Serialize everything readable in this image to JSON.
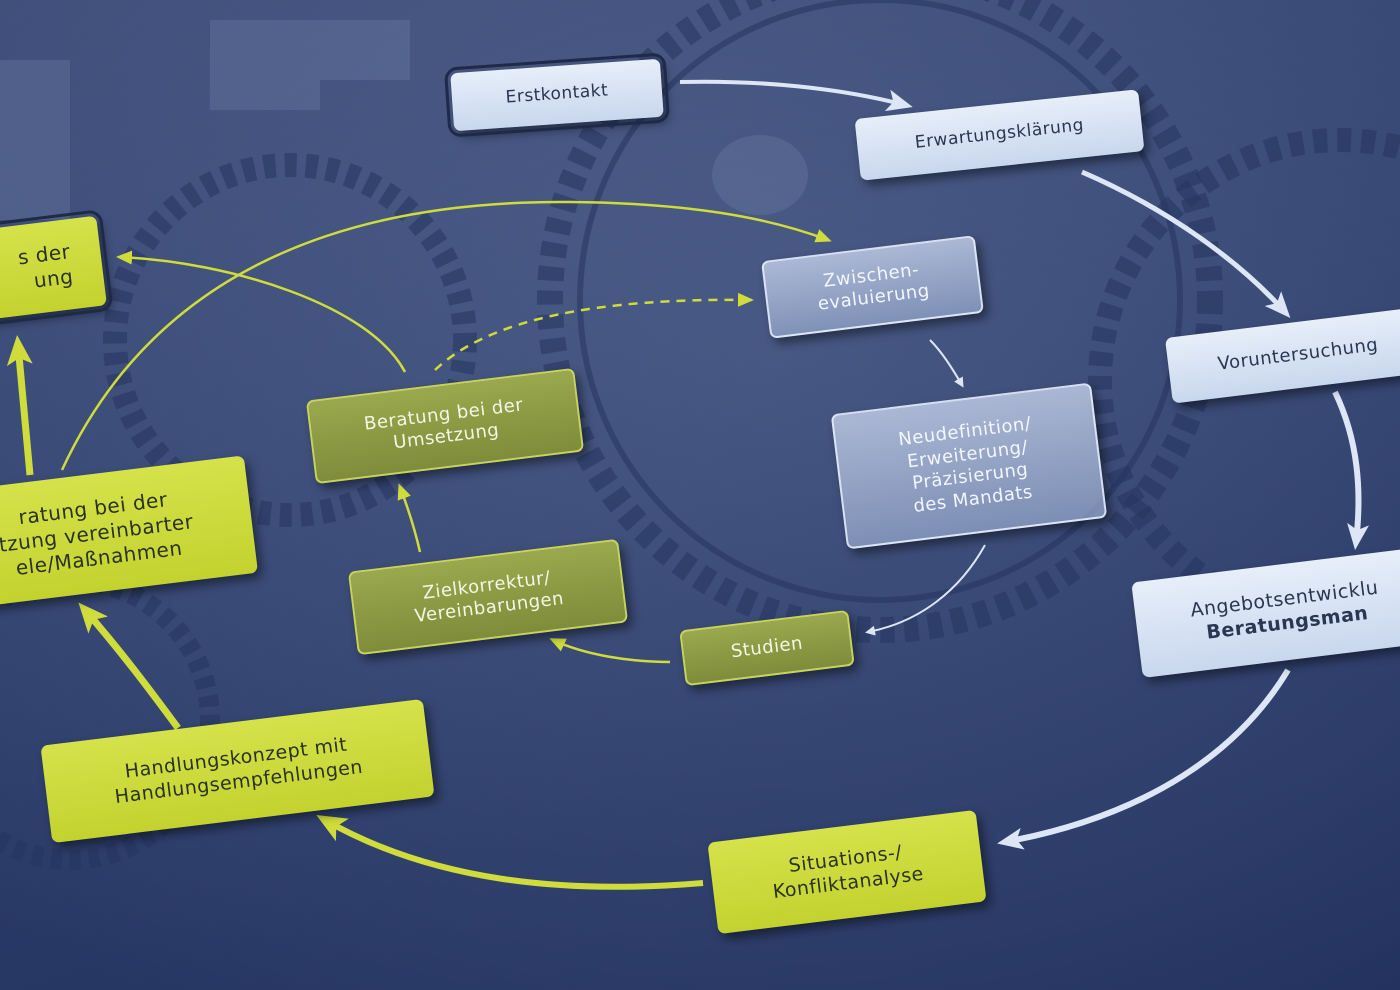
{
  "nodes": {
    "erstkontakt": {
      "lines": [
        "Erstkontakt"
      ]
    },
    "erwartungsklaerung": {
      "lines": [
        "Erwartungsklärung"
      ]
    },
    "voruntersuchung": {
      "lines": [
        "Voruntersuchung"
      ]
    },
    "angebotsentwicklung": {
      "lines": [
        "Angebotsentwicklu",
        "Beratungsman"
      ]
    },
    "situationsanalyse": {
      "lines": [
        "Situations-/",
        "Konfliktanalyse"
      ]
    },
    "handlungskonzept": {
      "lines": [
        "Handlungskonzept mit",
        "Handlungsempfehlungen"
      ]
    },
    "beratung_umsetzung_massnahmen": {
      "lines": [
        "ratung bei der",
        "tzung vereinbarter",
        "ele/Maßnahmen"
      ]
    },
    "evaluierung_top": {
      "lines": [
        "s der",
        "ung"
      ]
    },
    "zwischenevaluierung": {
      "lines": [
        "Zwischen-",
        "evaluierung"
      ]
    },
    "neudefinition": {
      "lines": [
        "Neudefinition/",
        "Erweiterung/",
        "Präzisierung",
        "des Mandats"
      ]
    },
    "studien": {
      "lines": [
        "Studien"
      ]
    },
    "zielkorrektur": {
      "lines": [
        "Zielkorrektur/",
        "Vereinbarungen"
      ]
    },
    "beratung_umsetzung": {
      "lines": [
        "Beratung bei der",
        "Umsetzung"
      ]
    }
  },
  "colors": {
    "light_box": "#d6e2f4",
    "yellow_box": "#cbd83a",
    "olive_box": "#8a9842",
    "glass_box": "#aab8d8",
    "arrow_light": "#dde6f6",
    "arrow_yellow": "#cfdc3c",
    "frame": "#1e2a48"
  }
}
